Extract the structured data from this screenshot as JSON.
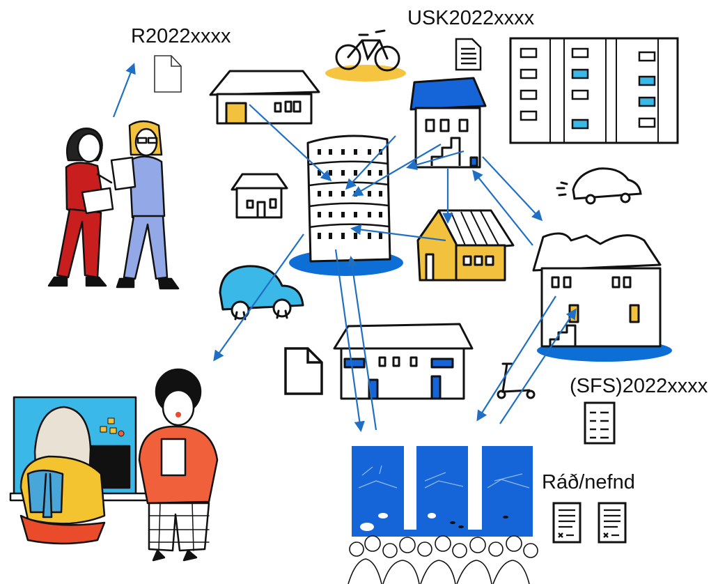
{
  "labels": {
    "r_case": "R2022xxxx",
    "usk_case": "USK2022xxxx",
    "sfs_case": "(SFS)2022xxxx",
    "committee": "Ráð/nefnd"
  },
  "icons": [
    "document-icon",
    "document-lines-icon",
    "form-checklist-icon",
    "minutes-document-icon",
    "bicycle-icon",
    "car-icon",
    "scooter-icon"
  ],
  "colors": {
    "arrow_blue": "#1f6fc4",
    "ground_blue": "#0d6fd6",
    "window_yellow": "#f2c23e",
    "red_suit": "#c81e1e",
    "lavender_suit": "#93a8e6",
    "light_blue": "#3ab8e8",
    "orange_sweater": "#f0603a"
  }
}
